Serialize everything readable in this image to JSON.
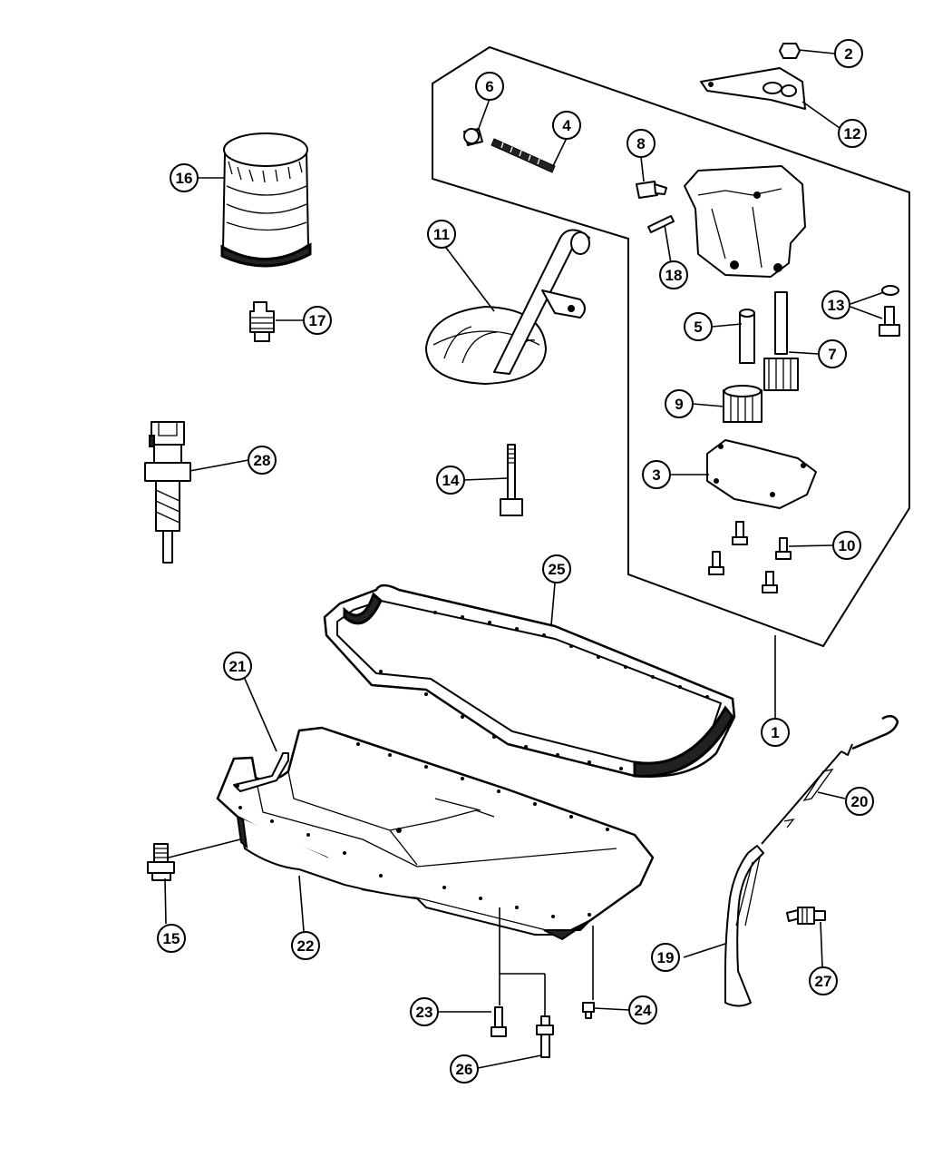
{
  "diagram": {
    "callouts": [
      {
        "id": "c1",
        "label": "1"
      },
      {
        "id": "c2",
        "label": "2"
      },
      {
        "id": "c3",
        "label": "3"
      },
      {
        "id": "c4",
        "label": "4"
      },
      {
        "id": "c5",
        "label": "5"
      },
      {
        "id": "c6",
        "label": "6"
      },
      {
        "id": "c7",
        "label": "7"
      },
      {
        "id": "c8",
        "label": "8"
      },
      {
        "id": "c9",
        "label": "9"
      },
      {
        "id": "c10",
        "label": "10"
      },
      {
        "id": "c11",
        "label": "11"
      },
      {
        "id": "c12",
        "label": "12"
      },
      {
        "id": "c13",
        "label": "13"
      },
      {
        "id": "c14",
        "label": "14"
      },
      {
        "id": "c15",
        "label": "15"
      },
      {
        "id": "c16",
        "label": "16"
      },
      {
        "id": "c17",
        "label": "17"
      },
      {
        "id": "c18",
        "label": "18"
      },
      {
        "id": "c19",
        "label": "19"
      },
      {
        "id": "c20",
        "label": "20"
      },
      {
        "id": "c21",
        "label": "21"
      },
      {
        "id": "c22",
        "label": "22"
      },
      {
        "id": "c23",
        "label": "23"
      },
      {
        "id": "c24",
        "label": "24"
      },
      {
        "id": "c25",
        "label": "25"
      },
      {
        "id": "c26",
        "label": "26"
      },
      {
        "id": "c27",
        "label": "27"
      },
      {
        "id": "c28",
        "label": "28"
      }
    ]
  }
}
